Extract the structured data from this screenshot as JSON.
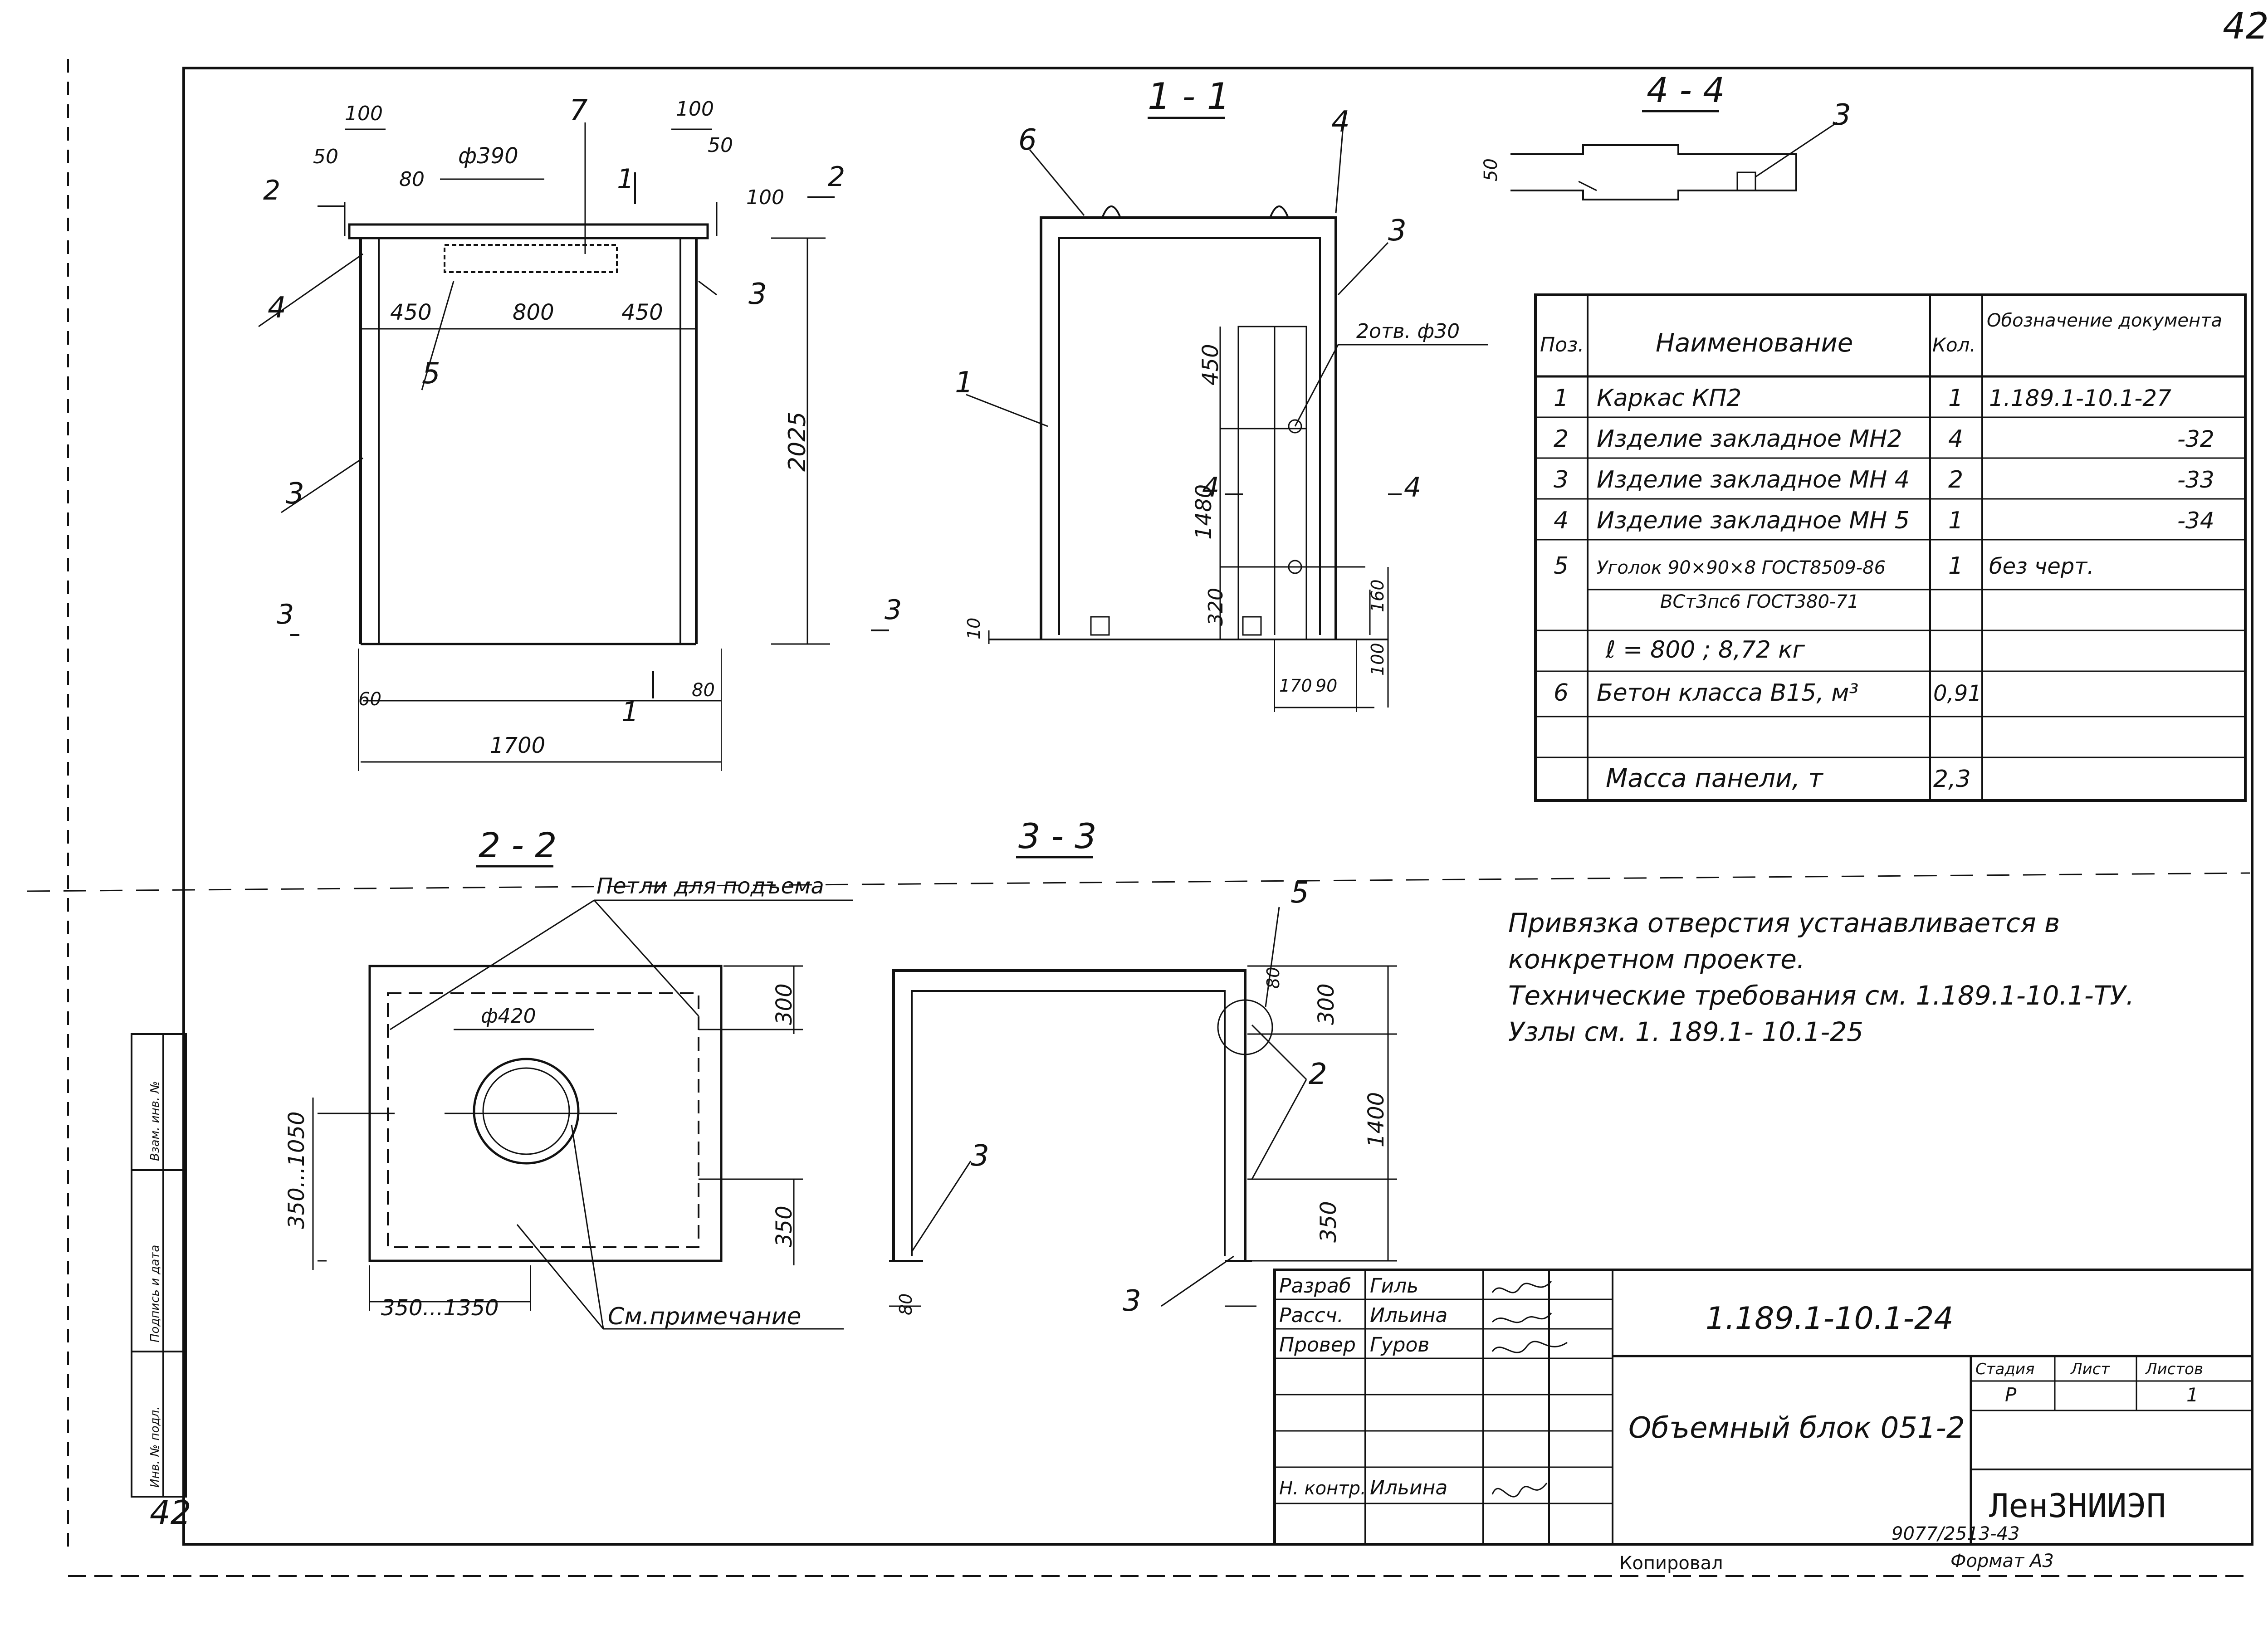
{
  "page_number": "42",
  "left_stamp_number": "42",
  "sections": {
    "s11": "1 - 1",
    "s22": "2 - 2",
    "s33": "3 - 3",
    "s44": "4 - 4"
  },
  "plan_view": {
    "dims": [
      "100",
      "50",
      "80",
      "ф390",
      "100",
      "50",
      "100",
      "450",
      "800",
      "450",
      "2025",
      "60",
      "80",
      "1700"
    ],
    "cut_marks": [
      "2",
      "2",
      "1",
      "1",
      "3",
      "3"
    ],
    "callouts": [
      "7",
      "4",
      "3",
      "5",
      "3"
    ]
  },
  "section_11": {
    "dims": [
      "450",
      "1480",
      "320",
      "10",
      "160",
      "100",
      "170",
      "90"
    ],
    "hole_label": "2отв. ф30",
    "cut_marks": [
      "4",
      "4"
    ],
    "callouts": [
      "6",
      "4",
      "3",
      "1"
    ]
  },
  "section_44": {
    "dims": [
      "50"
    ],
    "callouts": [
      "3"
    ]
  },
  "section_22": {
    "dims": [
      "ф420",
      "300",
      "350...1050",
      "350",
      "350...1350"
    ],
    "label_loops": "Петли для подъема",
    "label_note": "См.примечание"
  },
  "section_33": {
    "dims": [
      "80",
      "300",
      "1400",
      "350",
      "80"
    ],
    "callouts": [
      "5",
      "2",
      "3",
      "3"
    ]
  },
  "spec_table": {
    "headers": [
      "Поз.",
      "Наименование",
      "Кол.",
      "Обозначение документа"
    ],
    "rows": [
      [
        "1",
        "Каркас КП2",
        "1",
        "1.189.1-10.1-27"
      ],
      [
        "2",
        "Изделие закладное МН2",
        "4",
        "-32"
      ],
      [
        "3",
        "Изделие закладное МН 4",
        "2",
        "-33"
      ],
      [
        "4",
        "Изделие закладное МН 5",
        "1",
        "-34"
      ],
      [
        "5",
        "Уголок 90×90×8 ГОСТ8509-86",
        "1",
        "без черт."
      ],
      [
        "",
        "ВСт3пс6 ГОСТ380-71",
        "",
        ""
      ],
      [
        "",
        "ℓ = 800 ; 8,72 кг",
        "",
        ""
      ],
      [
        "6",
        "Бетон класса В15, м³",
        "0,91",
        ""
      ],
      [
        "",
        "",
        "",
        ""
      ],
      [
        "",
        "Масса панели, т",
        "2,3",
        ""
      ]
    ]
  },
  "notes": [
    "Привязка отверстия устанавливается в",
    "конкретном проекте.",
    "Технические требования см. 1.189.1-10.1-ТУ.",
    "Узлы см. 1. 189.1- 10.1-25"
  ],
  "title_block": {
    "roles": [
      "Разраб",
      "Рассч.",
      "Провер",
      "",
      "",
      "",
      "Н. контр."
    ],
    "names": [
      "Гиль",
      "Ильина",
      "Гуров",
      "",
      "",
      "",
      "Ильина"
    ],
    "document_code": "1.189.1-10.1-24",
    "title": "Объемный блок 051-2",
    "stage_label": "Стадия",
    "sheet_label": "Лист",
    "sheets_label": "Листов",
    "stage": "Р",
    "sheets": "1",
    "organization": "ЛенЗНИИЭП"
  },
  "left_stamp": [
    "Инв. № подл.",
    "Подпись и дата",
    "Взам. инв. №"
  ],
  "bottom": {
    "copied": "Копировал",
    "format": "Формат А3",
    "inventory": "9077/2513-43"
  }
}
